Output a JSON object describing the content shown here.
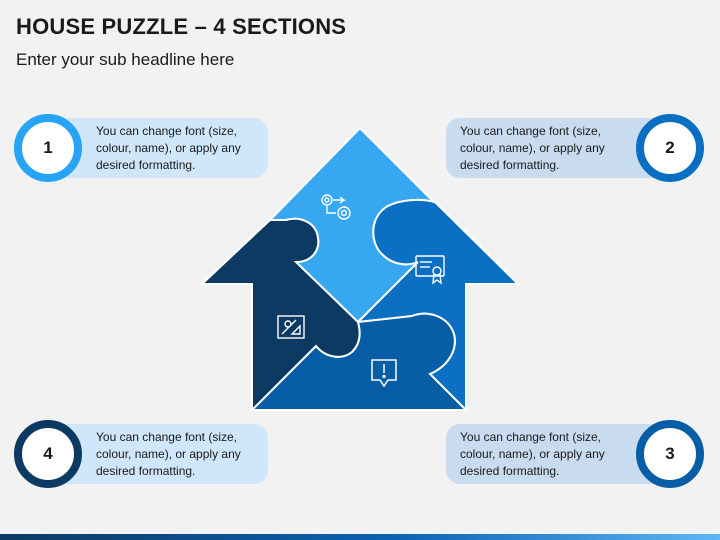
{
  "header": {
    "title": "HOUSE PUZZLE – 4 SECTIONS",
    "subtitle": "Enter your sub headline here"
  },
  "sections": [
    {
      "number": "1",
      "text": "You can change font (size, colour, name), or apply any desired formatting.",
      "color": "#29a3f5",
      "icon": "gears-icon"
    },
    {
      "number": "2",
      "text": "You can change font (size, colour, name), or apply any desired formatting.",
      "color": "#0a6fc2",
      "icon": "certificate-icon"
    },
    {
      "number": "3",
      "text": "You can change font (size, colour, name), or apply any desired formatting.",
      "color": "#075ea6",
      "icon": "alert-message-icon"
    },
    {
      "number": "4",
      "text": "You can change font (size, colour, name), or apply any desired formatting.",
      "color": "#0c3a63",
      "icon": "blueprint-icon"
    }
  ]
}
